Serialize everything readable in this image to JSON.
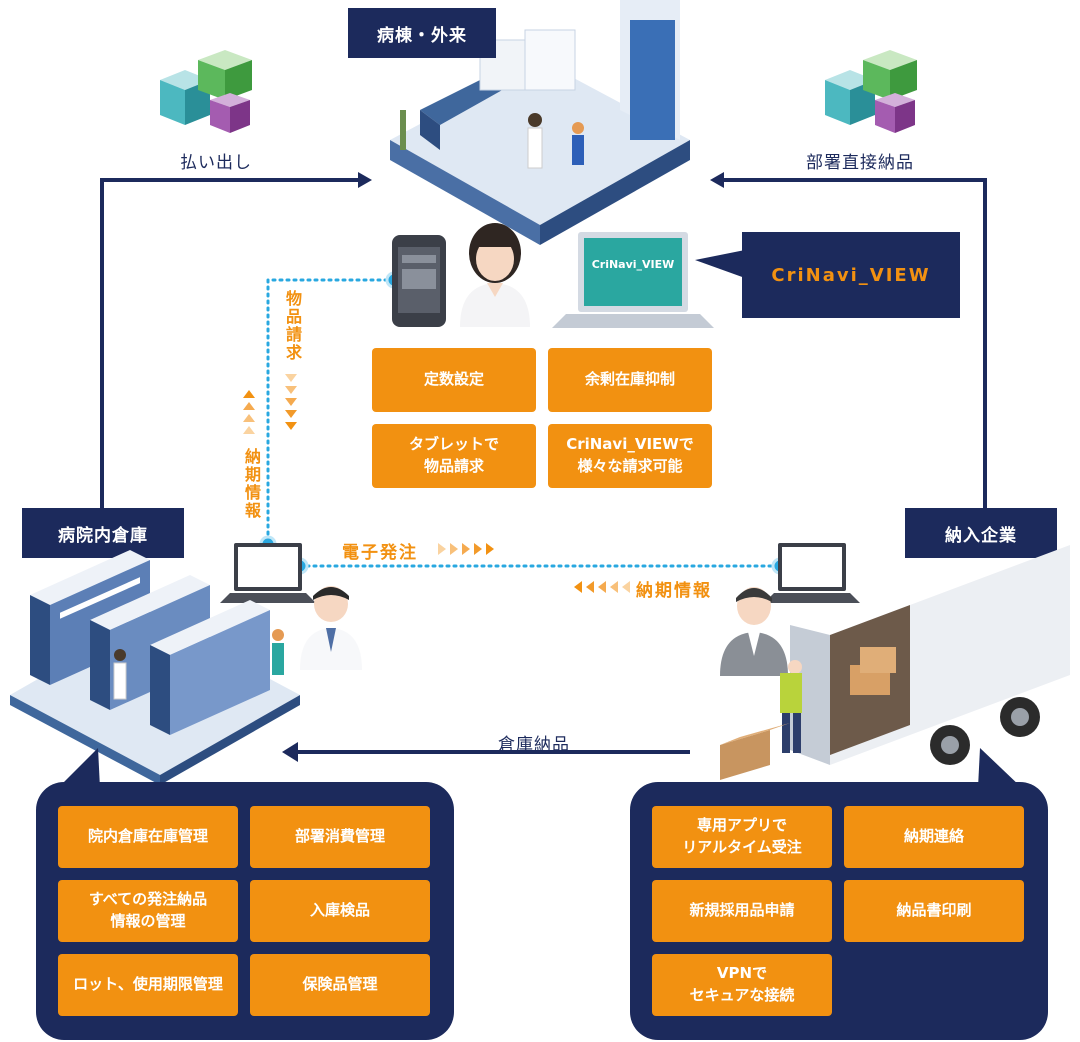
{
  "labels": {
    "ward": "病棟・外来",
    "warehouse": "病院内倉庫",
    "supplier": "納入企業"
  },
  "flows": {
    "payout": "払い出し",
    "direct_delivery": "部署直接納品",
    "warehouse_delivery": "倉庫納品",
    "item_request": "物品請求",
    "delivery_info_left": "納期情報",
    "electronic_order": "電子発注",
    "delivery_info_right": "納期情報"
  },
  "crinavi": {
    "title": "CriNavi_VIEW",
    "screen_text": "CriNavi_VIEW"
  },
  "ward_features": [
    "定数設定",
    "余剰在庫抑制",
    "タブレットで\n物品請求",
    "CriNavi_VIEWで\n様々な請求可能"
  ],
  "warehouse_features": [
    "院内倉庫在庫管理",
    "部署消費管理",
    "すべての発注納品\n情報の管理",
    "入庫検品",
    "ロット、使用期限管理",
    "保険品管理"
  ],
  "supplier_features": [
    "専用アプリで\nリアルタイム受注",
    "納期連絡",
    "新規採用品申請",
    "納品書印刷",
    "VPNで\nセキュアな接続"
  ],
  "colors": {
    "navy": "#1c2a5c",
    "orange": "#f29111",
    "connector_blue": "#29a8e0",
    "teal": "#2aa7a0",
    "green": "#5cb85c",
    "purple": "#8b3f96"
  },
  "icons": [
    "box-stack-icon",
    "tablet-icon",
    "laptop-icon",
    "nurse-icon",
    "doctor-icon",
    "supplier-staff-icon",
    "truck-icon",
    "hospital-room-icon",
    "warehouse-shelves-icon"
  ]
}
